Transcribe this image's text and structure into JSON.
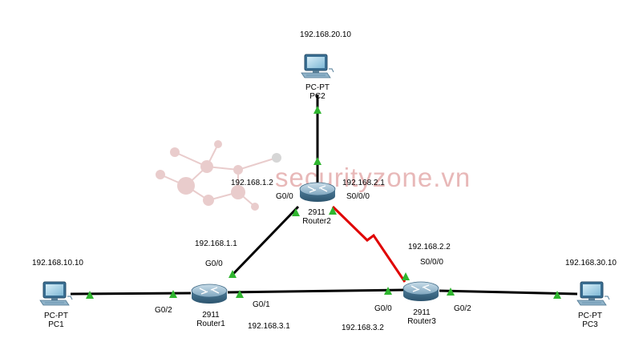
{
  "watermark": {
    "text": "securityzone.vn",
    "color": "#e8b8b8"
  },
  "colors": {
    "link": "#000000",
    "serial": "#e00000",
    "port": "#2fb52f",
    "router": "#5d8aa8",
    "pc": "#3a7ca8"
  },
  "devices": {
    "router1": {
      "model": "2911",
      "name": "Router1",
      "icon": "router-icon"
    },
    "router2": {
      "model": "2911",
      "name": "Router2",
      "icon": "router-icon"
    },
    "router3": {
      "model": "2911",
      "name": "Router3",
      "icon": "router-icon"
    },
    "pc1": {
      "model": "PC-PT",
      "name": "PC1",
      "ip": "192.168.10.10",
      "icon": "pc-icon"
    },
    "pc2": {
      "model": "PC-PT",
      "name": "PC2",
      "ip": "192.168.20.10",
      "icon": "pc-icon"
    },
    "pc3": {
      "model": "PC-PT",
      "name": "PC3",
      "ip": "192.168.30.10",
      "icon": "pc-icon"
    }
  },
  "interfaces": {
    "r1_g00": "G0/0",
    "r1_g01": "G0/1",
    "r1_g02": "G0/2",
    "r2_g00": "G0/0",
    "r2_s000": "S0/0/0",
    "r3_s000": "S0/0/0",
    "r3_g00": "G0/0",
    "r3_g02": "G0/2"
  },
  "addresses": {
    "r1_r2_r1": "192.168.1.1",
    "r1_r2_r2": "192.168.1.2",
    "r2_r3_r2": "192.168.2.1",
    "r2_r3_r3": "192.168.2.2",
    "r1_r3_r1": "192.168.3.1",
    "r1_r3_r3": "192.168.3.2"
  }
}
